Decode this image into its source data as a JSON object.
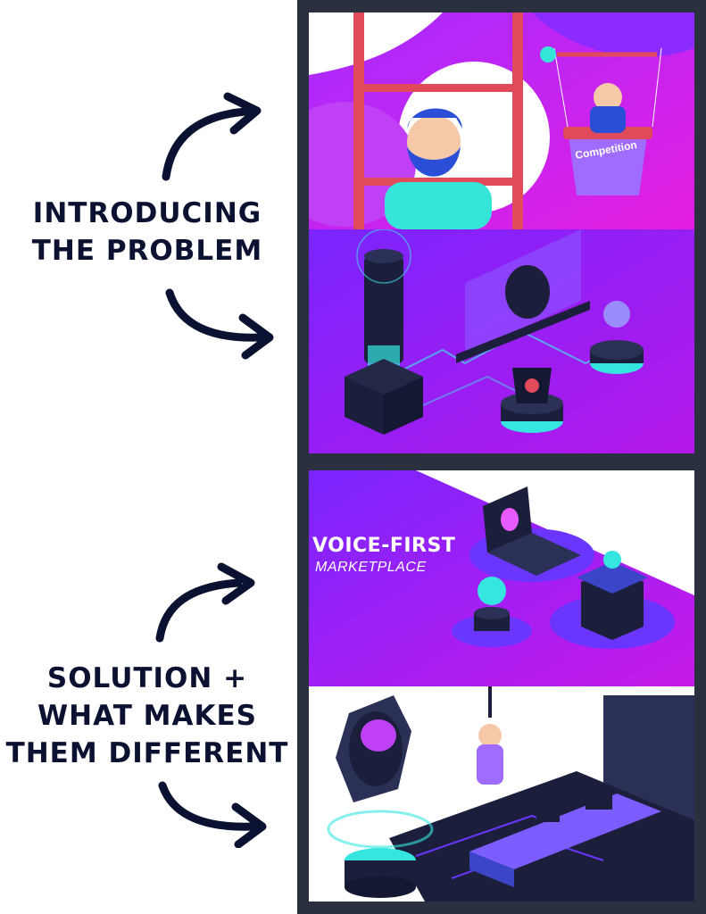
{
  "left": {
    "problem_label": [
      "INTRODUCING",
      "THE PROBLEM"
    ],
    "solution_label": [
      "SOLUTION +",
      "WHAT MAKES",
      "THEM DIFFERENT"
    ]
  },
  "panels": {
    "competition_label": "Competition",
    "voice_first_title": "VOICE-FIRST",
    "voice_first_subtitle": "MARKETPLACE"
  },
  "colors": {
    "text_dark": "#0b1130",
    "frame": "#2b303e",
    "purple": "#7a2bff",
    "magenta": "#d21fe6",
    "cyan": "#35e6e0"
  },
  "icons": [
    "curved-arrow-icon",
    "curved-arrow-icon",
    "curved-arrow-icon",
    "curved-arrow-icon"
  ]
}
